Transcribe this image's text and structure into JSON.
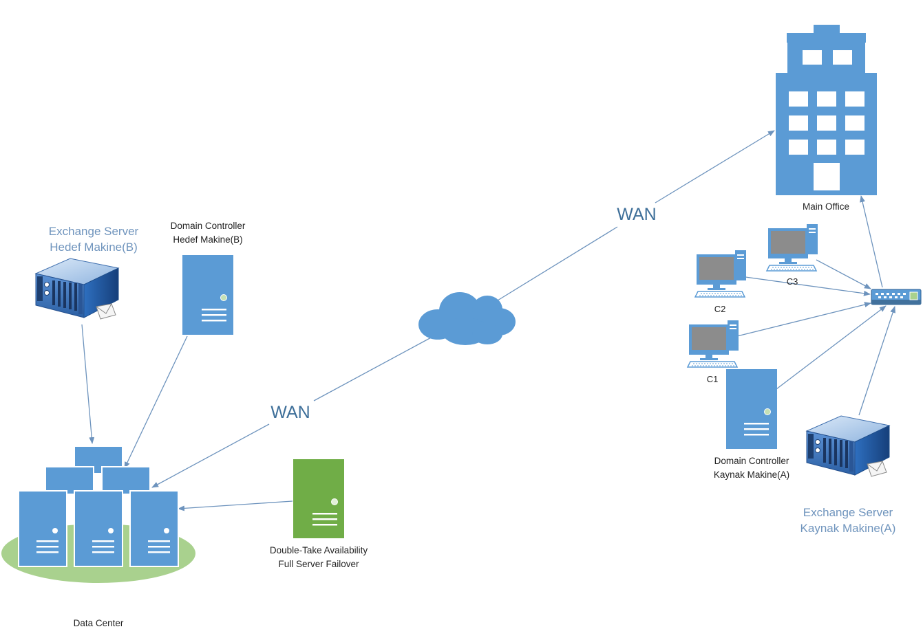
{
  "diagram": {
    "exchange_b": {
      "line1": "Exchange Server",
      "line2": "Hedef Makine(B)"
    },
    "dc_b": {
      "line1": "Domain Controller",
      "line2": "Hedef Makine(B)"
    },
    "data_center": "Data Center",
    "double_take": {
      "line1": "Double-Take Availability",
      "line2": "Full Server Failover"
    },
    "wan_lower": "WAN",
    "wan_upper": "WAN",
    "main_office": "Main Office",
    "clients": {
      "c1": "C1",
      "c2": "C2",
      "c3": "C3"
    },
    "dc_a": {
      "line1": "Domain Controller",
      "line2": "Kaynak Makine(A)"
    },
    "exchange_a": {
      "line1": "Exchange Server",
      "line2": "Kaynak Makine(A)"
    }
  },
  "colors": {
    "blue": "#5b9bd5",
    "dark_blue": "#41719c",
    "green": "#70ad47",
    "light_green": "#a9d18e",
    "label_blue": "#6f94bd",
    "connector": "#6d93bd"
  },
  "icons": [
    "exchange-server-icon",
    "tower-server-icon",
    "data-center-icon",
    "cloud-icon",
    "office-building-icon",
    "desktop-computer-icon",
    "network-switch-icon"
  ]
}
